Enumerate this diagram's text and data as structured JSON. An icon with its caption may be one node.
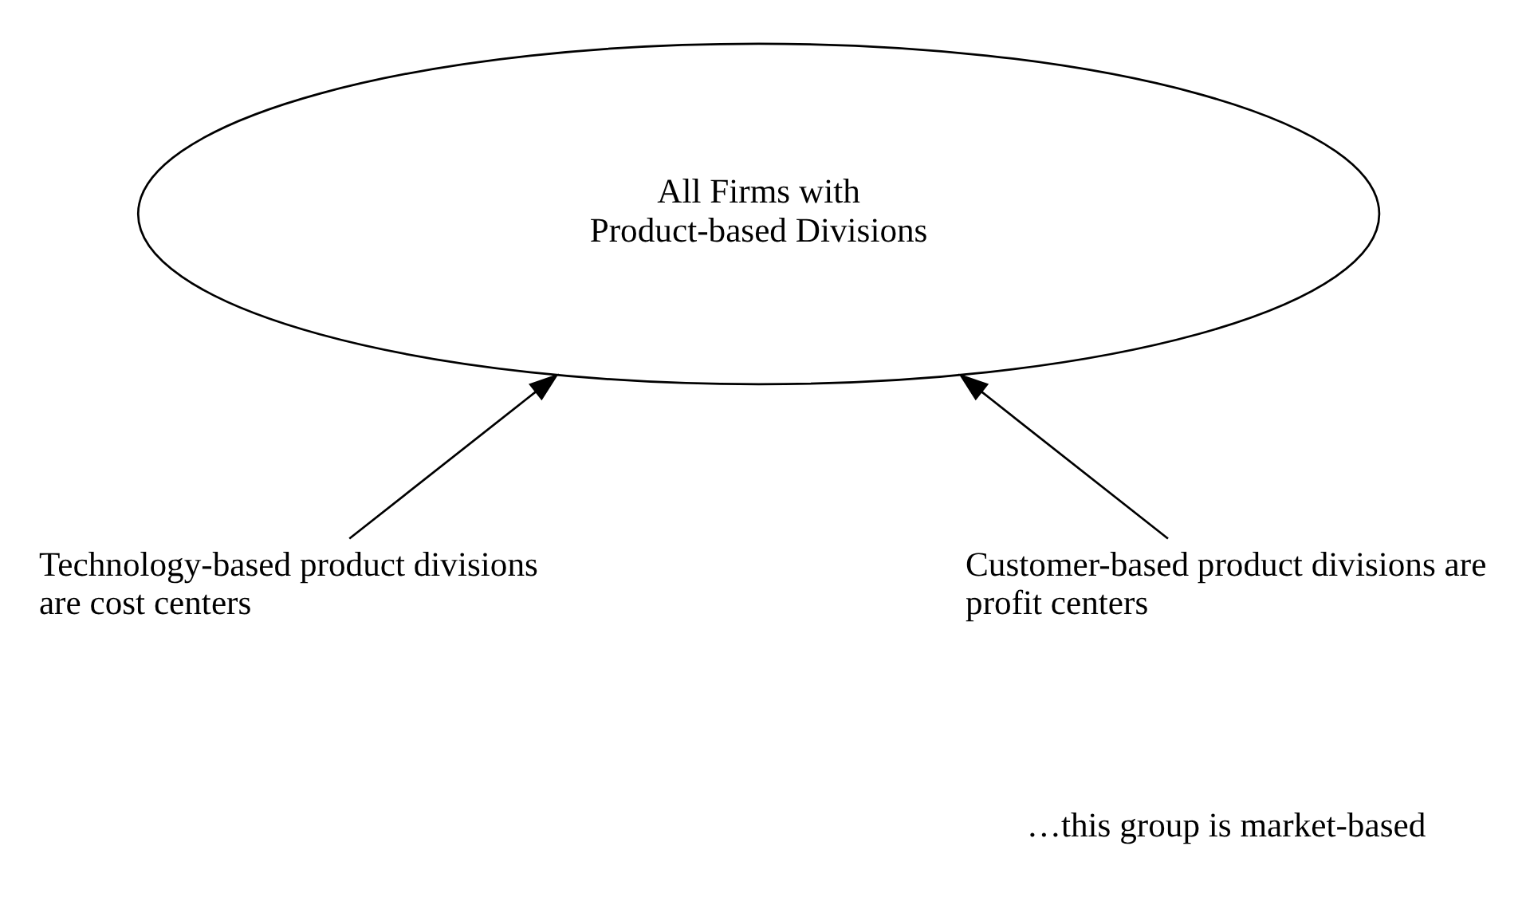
{
  "diagram": {
    "nodes": [
      {
        "text": [
          "All Firms with",
          "Product-based Divisions"
        ]
      },
      {
        "text": [
          "Technology-based product divisions are cost centers"
        ]
      },
      {
        "text": [
          "Customer-based product divisions are profit centers"
        ]
      }
    ],
    "labels": [
      "…this group is market-based"
    ],
    "edges": [
      {
        "from": 1,
        "to": 0,
        "arrow": "to"
      },
      {
        "from": 2,
        "to": 0,
        "arrow": "to"
      }
    ]
  }
}
